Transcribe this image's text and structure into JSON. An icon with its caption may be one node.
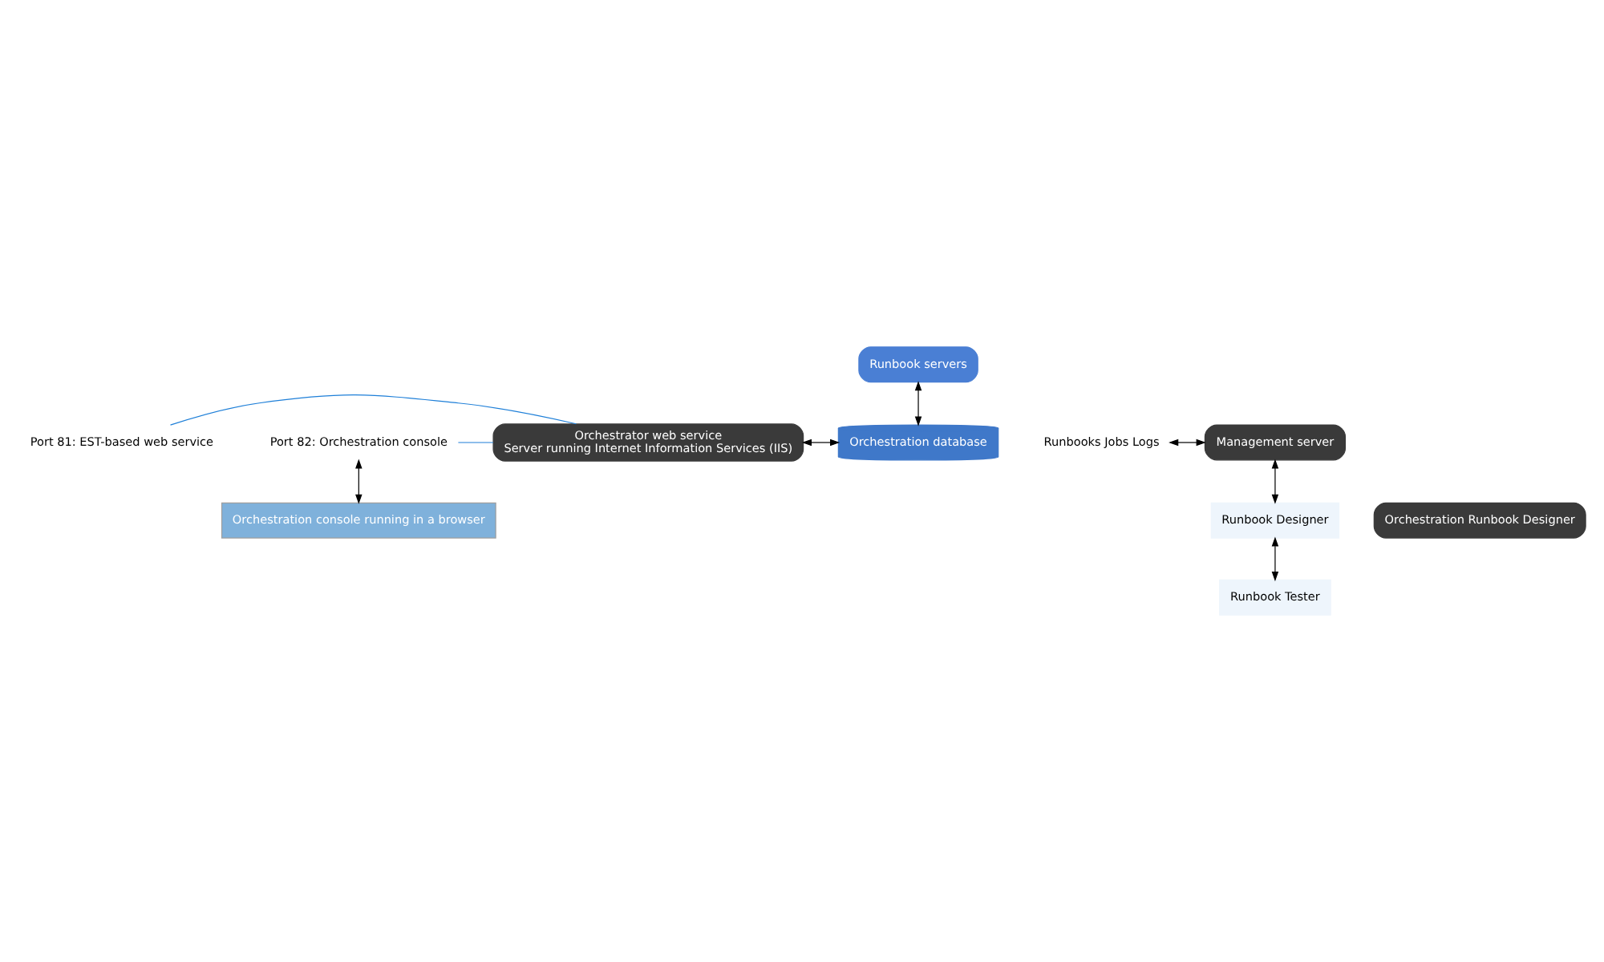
{
  "diagram": {
    "nodes": [
      {
        "text": [
          "Runbook servers"
        ]
      },
      {
        "text": [
          "Orchestrator web service",
          "Server running Internet Information Services (IIS)"
        ]
      },
      {
        "text": [
          "Port 81: EST-based web service"
        ]
      },
      {
        "text": [
          "Port 82: Orchestration console"
        ]
      },
      {
        "text": [
          "Orchestration database"
        ]
      },
      {
        "text": [
          "Runbooks Jobs Logs"
        ]
      },
      {
        "text": [
          "Management server"
        ]
      },
      {
        "text": [
          "Orchestration console running in a browser"
        ]
      },
      {
        "text": [
          "Orchestration Runbook Designer"
        ]
      },
      {
        "text": [
          "Runbook Designer"
        ]
      },
      {
        "text": [
          "Runbook Tester"
        ]
      }
    ],
    "edges": [
      {
        "from": 0,
        "to": 4,
        "arrow": "both"
      },
      {
        "from": 1,
        "to": 4,
        "arrow": "both"
      },
      {
        "from": 2,
        "to": 1,
        "arrow": "none",
        "color": "#1e7fd8"
      },
      {
        "from": 3,
        "to": 1,
        "arrow": "none",
        "color": "#1e7fd8"
      },
      {
        "from": 5,
        "to": 6,
        "arrow": "both"
      },
      {
        "from": 3,
        "to": 7,
        "arrow": "both"
      },
      {
        "from": 6,
        "to": 9,
        "arrow": "both"
      },
      {
        "from": 9,
        "to": 10,
        "arrow": "both"
      }
    ]
  }
}
